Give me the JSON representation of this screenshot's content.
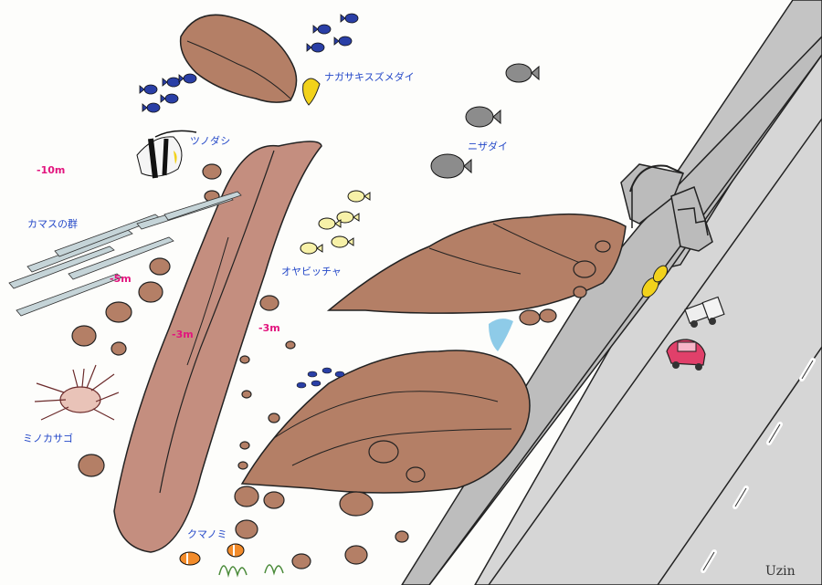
{
  "colors": {
    "rock": "#b47f66",
    "rock_dark": "#8a5a46",
    "pillar": "#c48e7f",
    "outline": "#222222",
    "road": "#dcdcdc",
    "wall": "#cfcfcf",
    "label": "#2448c8",
    "depth": "#e2157e",
    "sand": "#8ecbe8",
    "fish_blue": "#2a3fa6"
  },
  "labels": {
    "nagasaki": "ナガサキスズメダイ",
    "tsunodashi": "ツノダシ",
    "nizadai": "ニザダイ",
    "kamasu": "カマスの群",
    "oyabiccha": "オヤビッチャ",
    "minokasago": "ミノカサゴ",
    "kumanomi": "クマノミ"
  },
  "depths": {
    "d10": "-10m",
    "d5": "-5m",
    "d3a": "-3m",
    "d3b": "-3m"
  },
  "signature": "Uzin",
  "icons": [
    "fish-icon",
    "butterflyfish-icon",
    "lionfish-icon",
    "clownfish-icon",
    "truck-icon",
    "car-icon"
  ]
}
